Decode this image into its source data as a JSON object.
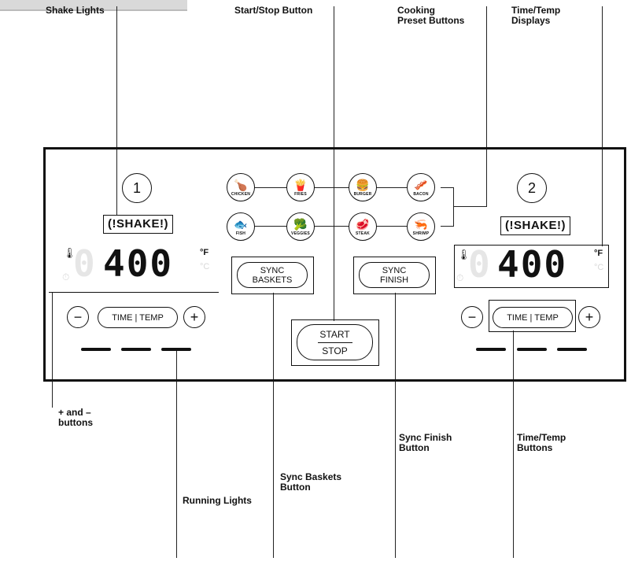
{
  "callouts": {
    "shake_lights": "Shake Lights",
    "start_stop": "Start/Stop Button",
    "cooking_presets": "Cooking\nPreset Buttons",
    "time_temp_displays": "Time/Temp\nDisplays",
    "plus_minus": "+ and –\nbuttons",
    "sync_finish": "Sync Finish\nButton",
    "time_temp_buttons": "Time/Temp\nButtons",
    "sync_baskets": "Sync Baskets\nButton",
    "running_lights": "Running Lights"
  },
  "zones": [
    {
      "number": "1",
      "shake": "(!SHAKE!)",
      "ghost_digit": "0",
      "temp": "400",
      "unit_f": "°F",
      "unit_c": "°C",
      "minus": "−",
      "time_temp": "TIME | TEMP",
      "plus": "+"
    },
    {
      "number": "2",
      "shake": "(!SHAKE!)",
      "ghost_digit": "0",
      "temp": "400",
      "unit_f": "°F",
      "unit_c": "°C",
      "minus": "−",
      "time_temp": "TIME | TEMP",
      "plus": "+"
    }
  ],
  "presets": {
    "chicken": "CHICKEN",
    "fries": "FRIES",
    "burger": "BURGER",
    "bacon": "BACON",
    "fish": "FISH",
    "veggies": "VEGGIES",
    "steak": "STEAK",
    "shrimp": "SHRIMP"
  },
  "buttons": {
    "sync_baskets": "SYNC\nBASKETS",
    "sync_finish": "SYNC\nFINISH",
    "start": "START",
    "stop": "STOP"
  },
  "icons": {
    "thermometer": "🌡",
    "timer": "⏱",
    "chicken": "🍗",
    "fries": "🍟",
    "burger": "🍔",
    "bacon": "🥓",
    "fish": "🐟",
    "veggies": "🥦",
    "steak": "🥩",
    "shrimp": "🦐"
  }
}
